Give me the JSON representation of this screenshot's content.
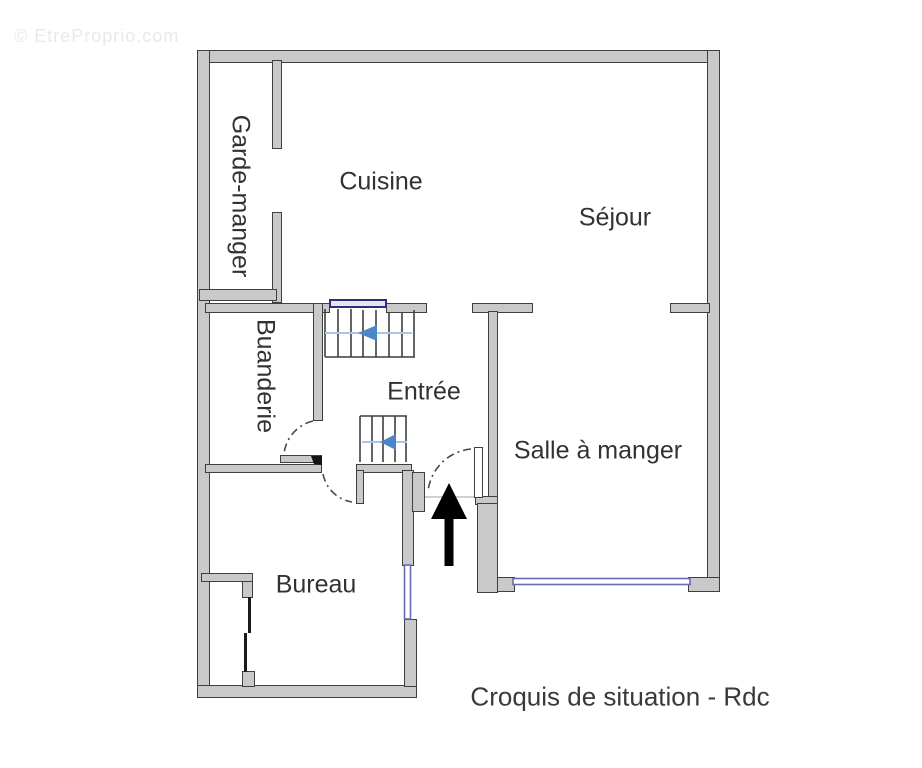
{
  "watermark": "© EtreProprio.com",
  "caption": "Croquis de situation - Rdc",
  "rooms": {
    "garde_manger": "Garde-manger",
    "cuisine": "Cuisine",
    "sejour": "Séjour",
    "buanderie": "Buanderie",
    "entree": "Entrée",
    "salle_a_manger": "Salle à manger",
    "bureau": "Bureau"
  },
  "icons": {
    "entrance_arrow": "black arrow pointing up at the entry door",
    "stair_direction_arrows": "blue arrows on both staircases pointing left"
  },
  "colors": {
    "wall_fill": "#c9c9c9",
    "wall_edge": "#3f3f3f",
    "window_blue": "#6a6ab0",
    "stair_arrow_blue": "#4a86c8",
    "stair_line_blue": "#a9c6e8",
    "stair_guard_navy": "#2d2d7a",
    "label_text": "#323232",
    "watermark_gray": "#e9e9e9",
    "entrance_arrow_black": "#000000"
  }
}
